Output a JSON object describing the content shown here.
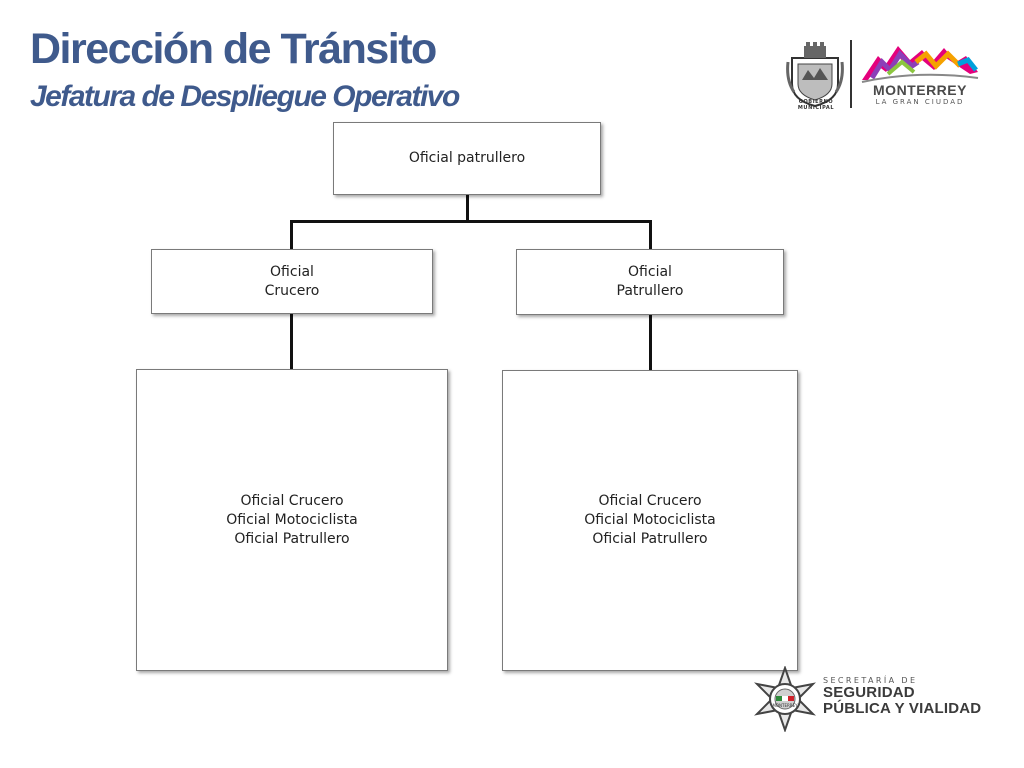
{
  "header": {
    "title": "Dirección de Tránsito",
    "subtitle": "Jefatura de Despliegue Operativo"
  },
  "org_chart": {
    "root": "Oficial patrullero",
    "left": {
      "label": "Oficial\nCrucero",
      "staff": "Oficial Crucero\nOficial Motociclista\nOficial Patrullero"
    },
    "right": {
      "label": "Oficial\nPatrullero",
      "staff": "Oficial Crucero\nOficial Motociclista\nOficial Patrullero"
    }
  },
  "logos": {
    "municipal_seal_caption": "GOBIERNO MUNICIPAL",
    "city_name": "MONTERREY",
    "city_tagline": "LA GRAN CIUDAD",
    "secretaria_prefix": "SECRETARÍA DE",
    "secretaria_line1": "SEGURIDAD",
    "secretaria_line2": "PÚBLICA Y VIALIDAD",
    "badge_text": "MONTERREY"
  },
  "colors": {
    "title": "#3f5a8c",
    "connector": "#111111",
    "box_border": "#7a7a7a"
  }
}
